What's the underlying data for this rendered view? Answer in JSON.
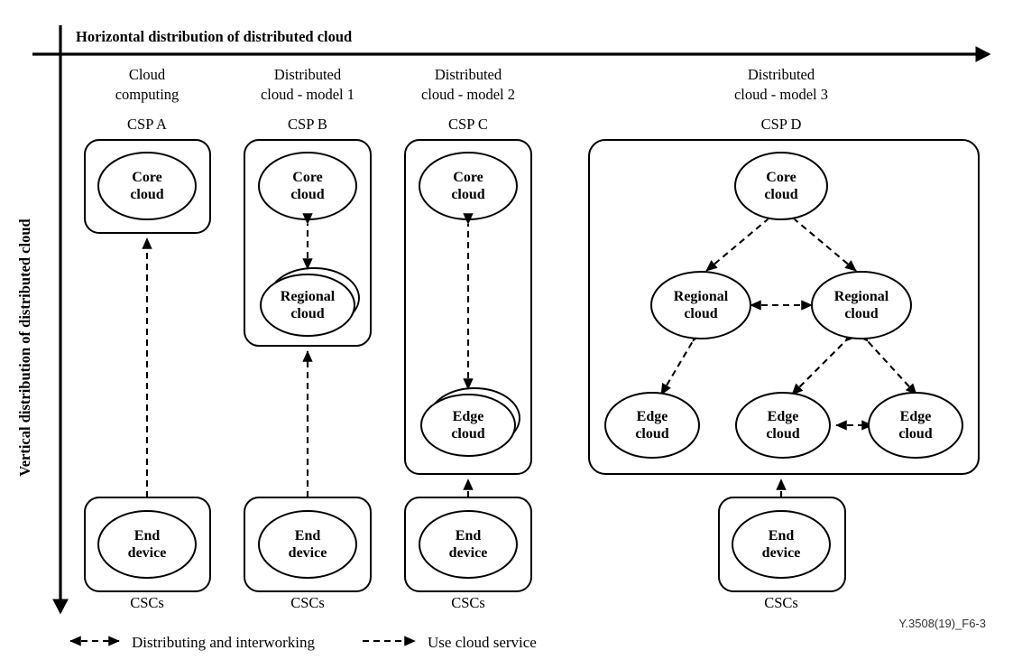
{
  "figure": {
    "id_label": "Y.3508(19)_F6-3",
    "background": "#ffffff",
    "line_color": "#000000"
  },
  "axes": {
    "horizontal_title": "Horizontal distribution of distributed cloud",
    "vertical_title": "Vertical distribution of distributed cloud"
  },
  "columns": [
    {
      "header_line1": "Cloud",
      "header_line2": "computing",
      "provider_label": "CSP A",
      "consumer_label": "CSCs",
      "nodes": [
        {
          "line1": "Core",
          "line2": "cloud",
          "stacked": false
        },
        {
          "line1": "End",
          "line2": "device",
          "stacked": false
        }
      ]
    },
    {
      "header_line1": "Distributed",
      "header_line2": "cloud - model 1",
      "provider_label": "CSP B",
      "consumer_label": "CSCs",
      "nodes": [
        {
          "line1": "Core",
          "line2": "cloud",
          "stacked": false
        },
        {
          "line1": "Regional",
          "line2": "cloud",
          "stacked": true
        },
        {
          "line1": "End",
          "line2": "device",
          "stacked": false
        }
      ]
    },
    {
      "header_line1": "Distributed",
      "header_line2": "cloud - model 2",
      "provider_label": "CSP C",
      "consumer_label": "CSCs",
      "nodes": [
        {
          "line1": "Core",
          "line2": "cloud",
          "stacked": false
        },
        {
          "line1": "Edge",
          "line2": "cloud",
          "stacked": true
        },
        {
          "line1": "End",
          "line2": "device",
          "stacked": false
        }
      ]
    },
    {
      "header_line1": "Distributed",
      "header_line2": "cloud - model 3",
      "provider_label": "CSP D",
      "consumer_label": "CSCs",
      "nodes": [
        {
          "line1": "Core",
          "line2": "cloud",
          "stacked": false
        },
        {
          "line1": "Regional",
          "line2": "cloud",
          "stacked": false
        },
        {
          "line1": "Regional",
          "line2": "cloud",
          "stacked": false
        },
        {
          "line1": "Edge",
          "line2": "cloud",
          "stacked": false
        },
        {
          "line1": "Edge",
          "line2": "cloud",
          "stacked": false
        },
        {
          "line1": "Edge",
          "line2": "cloud",
          "stacked": false
        },
        {
          "line1": "End",
          "line2": "device",
          "stacked": false
        }
      ]
    }
  ],
  "legend": {
    "items": [
      {
        "label": "Distributing and interworking",
        "arrow": "bidirectional-dashed"
      },
      {
        "label": "Use cloud service",
        "arrow": "unidirectional-dashed"
      }
    ]
  }
}
